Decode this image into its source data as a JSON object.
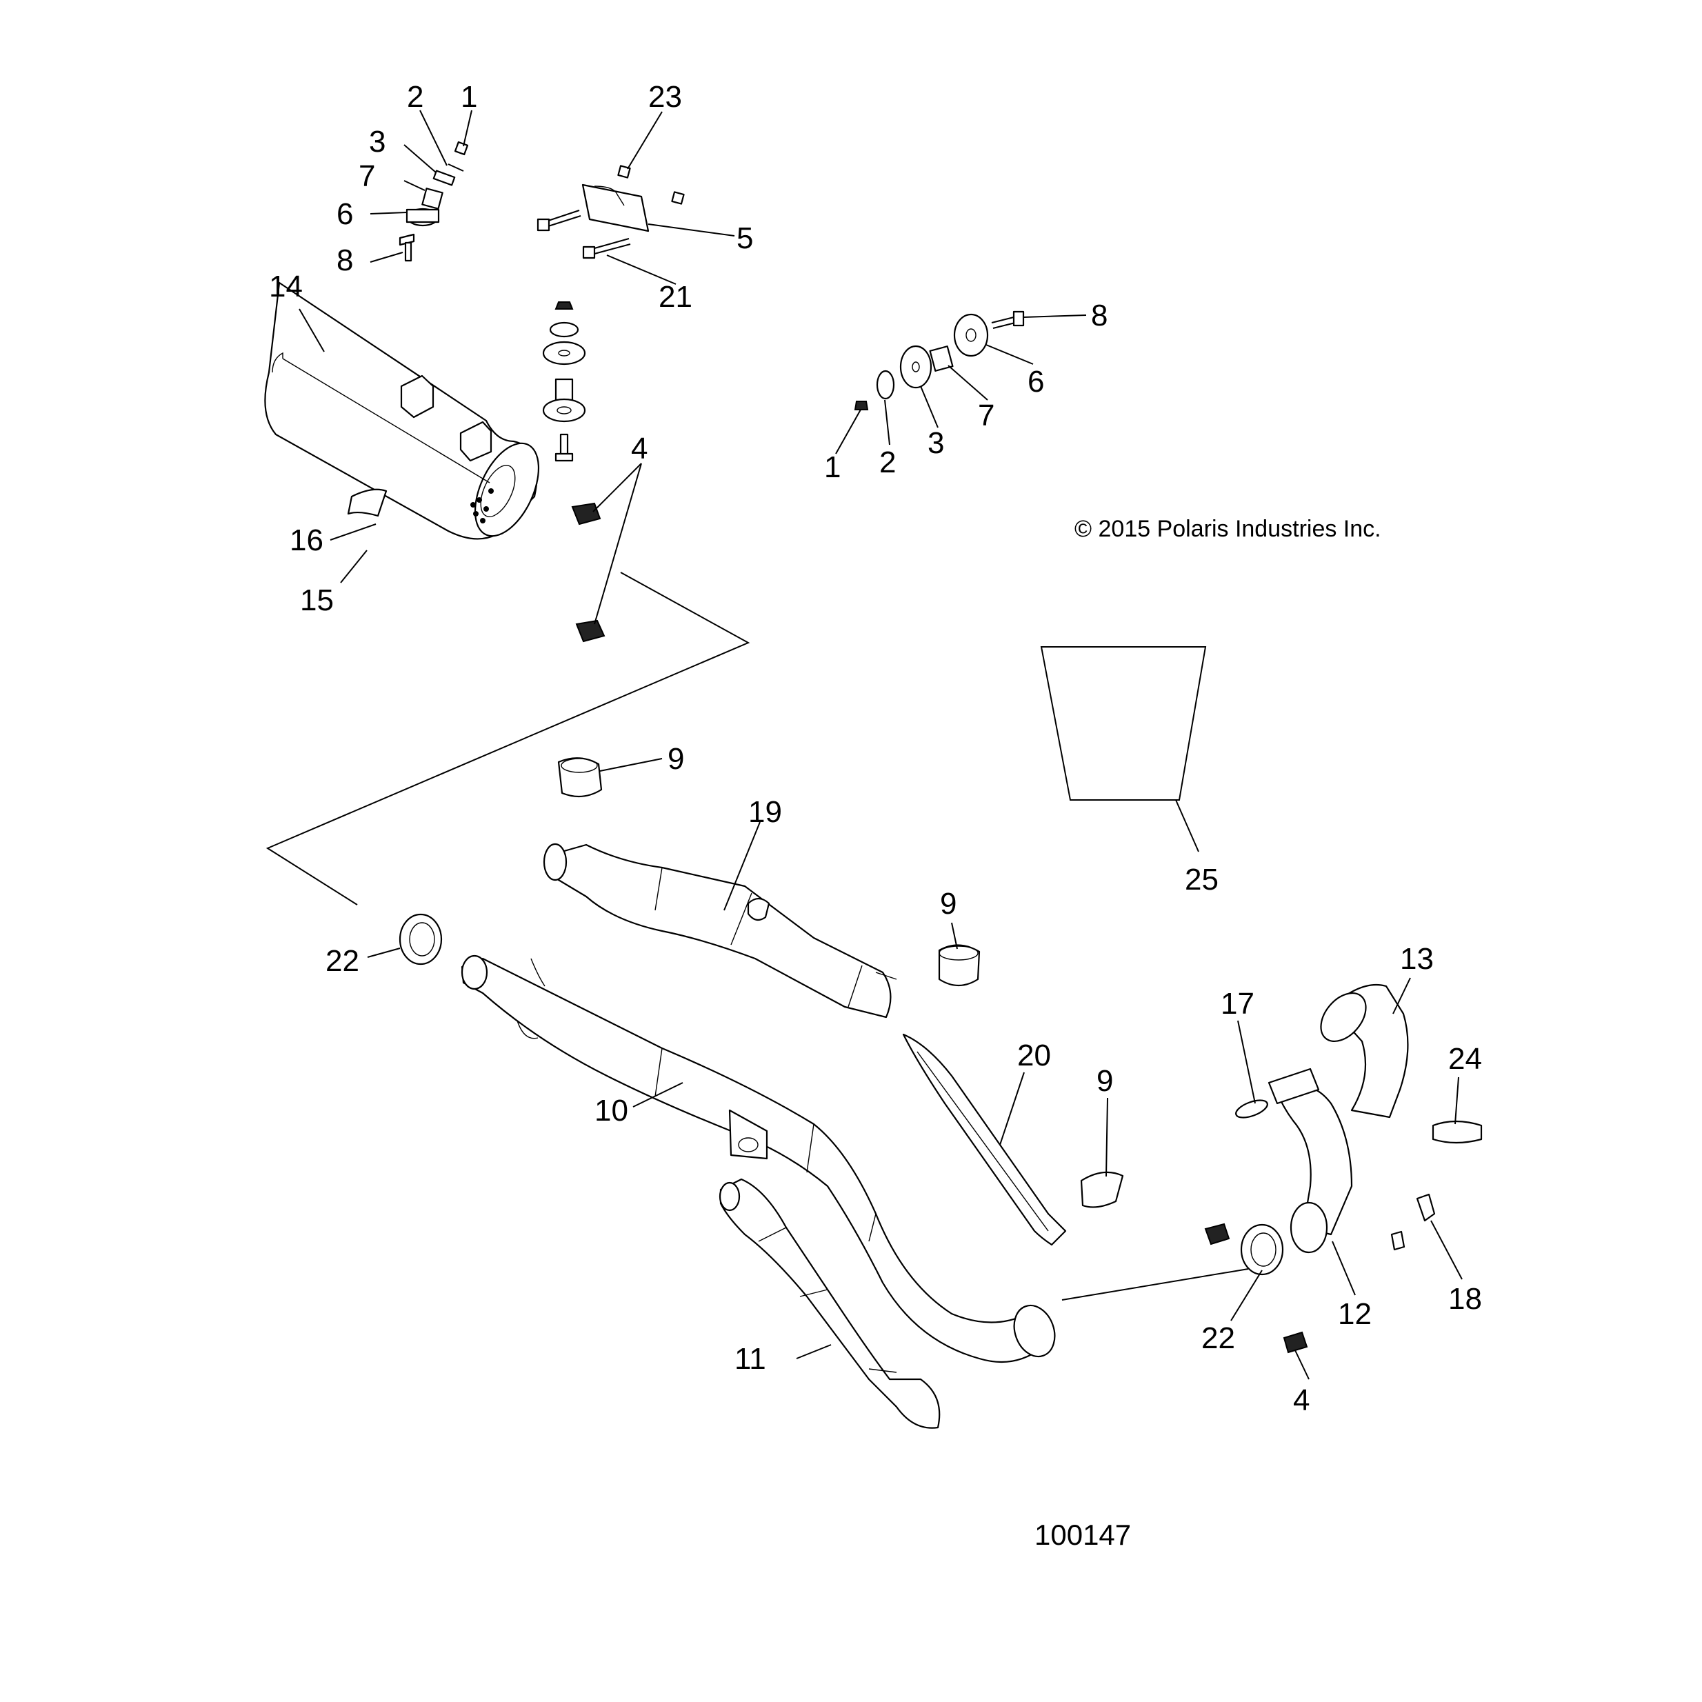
{
  "copyright": "© 2015 Polaris Industries Inc.",
  "drawing_number": "100147",
  "callouts": [
    "1",
    "2",
    "3",
    "7",
    "6",
    "8",
    "23",
    "5",
    "21",
    "14",
    "16",
    "15",
    "4",
    "8",
    "6",
    "7",
    "3",
    "2",
    "1",
    "25",
    "9",
    "19",
    "9",
    "22",
    "10",
    "20",
    "9",
    "17",
    "13",
    "24",
    "11",
    "22",
    "12",
    "18",
    "4"
  ]
}
